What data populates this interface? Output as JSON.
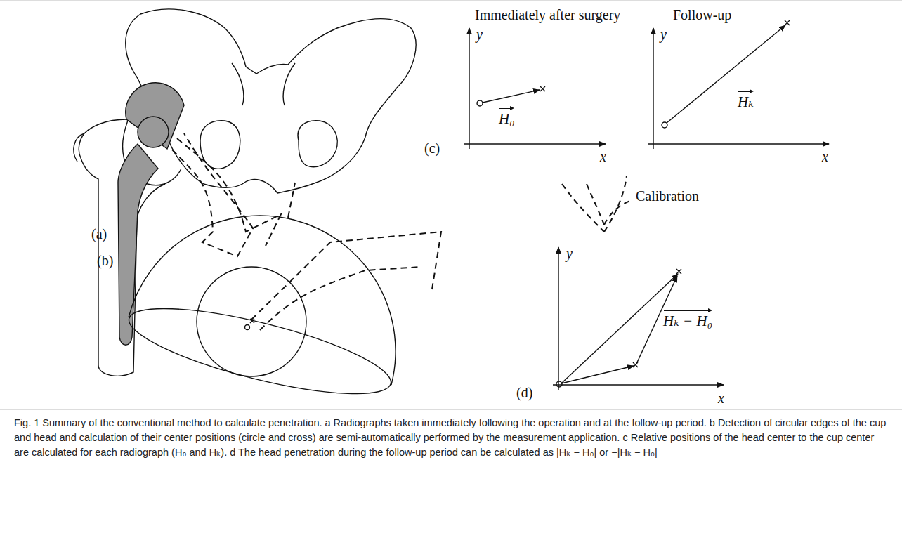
{
  "diagram": {
    "caption": "Fig. 1 Summary of the conventional method to calculate penetration. a Radiographs taken immediately following the operation and at the follow-up period. b Detection of circular edges of the cup and head and calculation of their center positions (circle and cross) are semi-automatically performed by the measurement application. c Relative positions of the head center to the cup center are calculated for each radiograph (H₀ and Hₖ). d The head penetration during the follow-up period can be calculated as |Hₖ − H₀| or −|Hₖ − H₀|",
    "labels": [
      "(a)",
      "(b)",
      "(c)",
      "(d)",
      "Immediately after surgery",
      "Follow-up",
      "Calibration",
      "y",
      "x",
      "y",
      "x",
      "y",
      "x",
      "H₀",
      "Hₖ",
      "Hₖ − H₀"
    ]
  }
}
